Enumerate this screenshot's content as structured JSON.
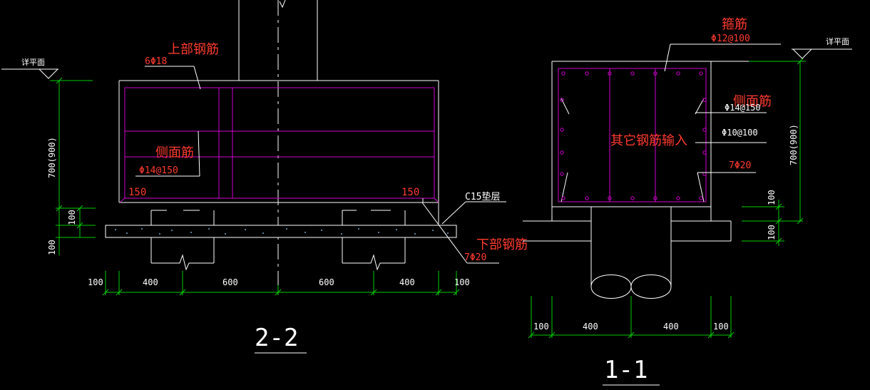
{
  "drawing": {
    "background": "#000000",
    "colors": {
      "outline": "#ffffff",
      "rebar": "#d100d1",
      "label": "#ff3b2f",
      "dimension": "#00cc00",
      "leader": "#ffffff"
    },
    "section_2_2": {
      "title": "2-2",
      "labels": {
        "top_bar_title": "上部钢筋",
        "top_bar_spec": "6Φ18",
        "side_bar_title": "侧面筋",
        "side_bar_spec": "Φ14@150",
        "bottom_bar_title": "下部钢筋",
        "bottom_bar_spec": "7Φ20",
        "cover_left": "150",
        "cover_right": "150",
        "cushion": "C15垫层",
        "elevation": "详平面"
      },
      "dims_h": [
        "100",
        "400",
        "600",
        "600",
        "400",
        "100"
      ],
      "dims_v": [
        "700(900)",
        "100",
        "100"
      ]
    },
    "section_1_1": {
      "title": "1-1",
      "labels": {
        "stirrup_title": "箍筋",
        "stirrup_spec": "Φ12@100",
        "side_bar_title": "侧面筋",
        "side_bar_spec": "Φ14@150",
        "other_bar_title": "其它钢筋输入",
        "other_bar_spec": "Φ10@100",
        "bottom_bar_spec": "7Φ20",
        "elevation": "详平面"
      },
      "dims_h": [
        "100",
        "400",
        "400",
        "100"
      ],
      "dims_v": [
        "700(900)",
        "100",
        "100"
      ]
    }
  }
}
